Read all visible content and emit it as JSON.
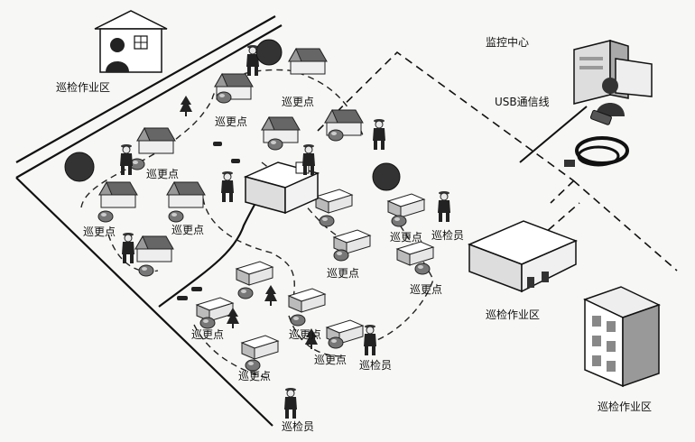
{
  "labels": {
    "zone_top_left": "巡检作业区",
    "zone_mid_right": "巡检作业区",
    "zone_bottom_right": "巡检作业区",
    "monitor_center": "监控中心",
    "usb_line": "USB通信线",
    "inspector": "巡检员",
    "patrol_point": "巡更点"
  }
}
